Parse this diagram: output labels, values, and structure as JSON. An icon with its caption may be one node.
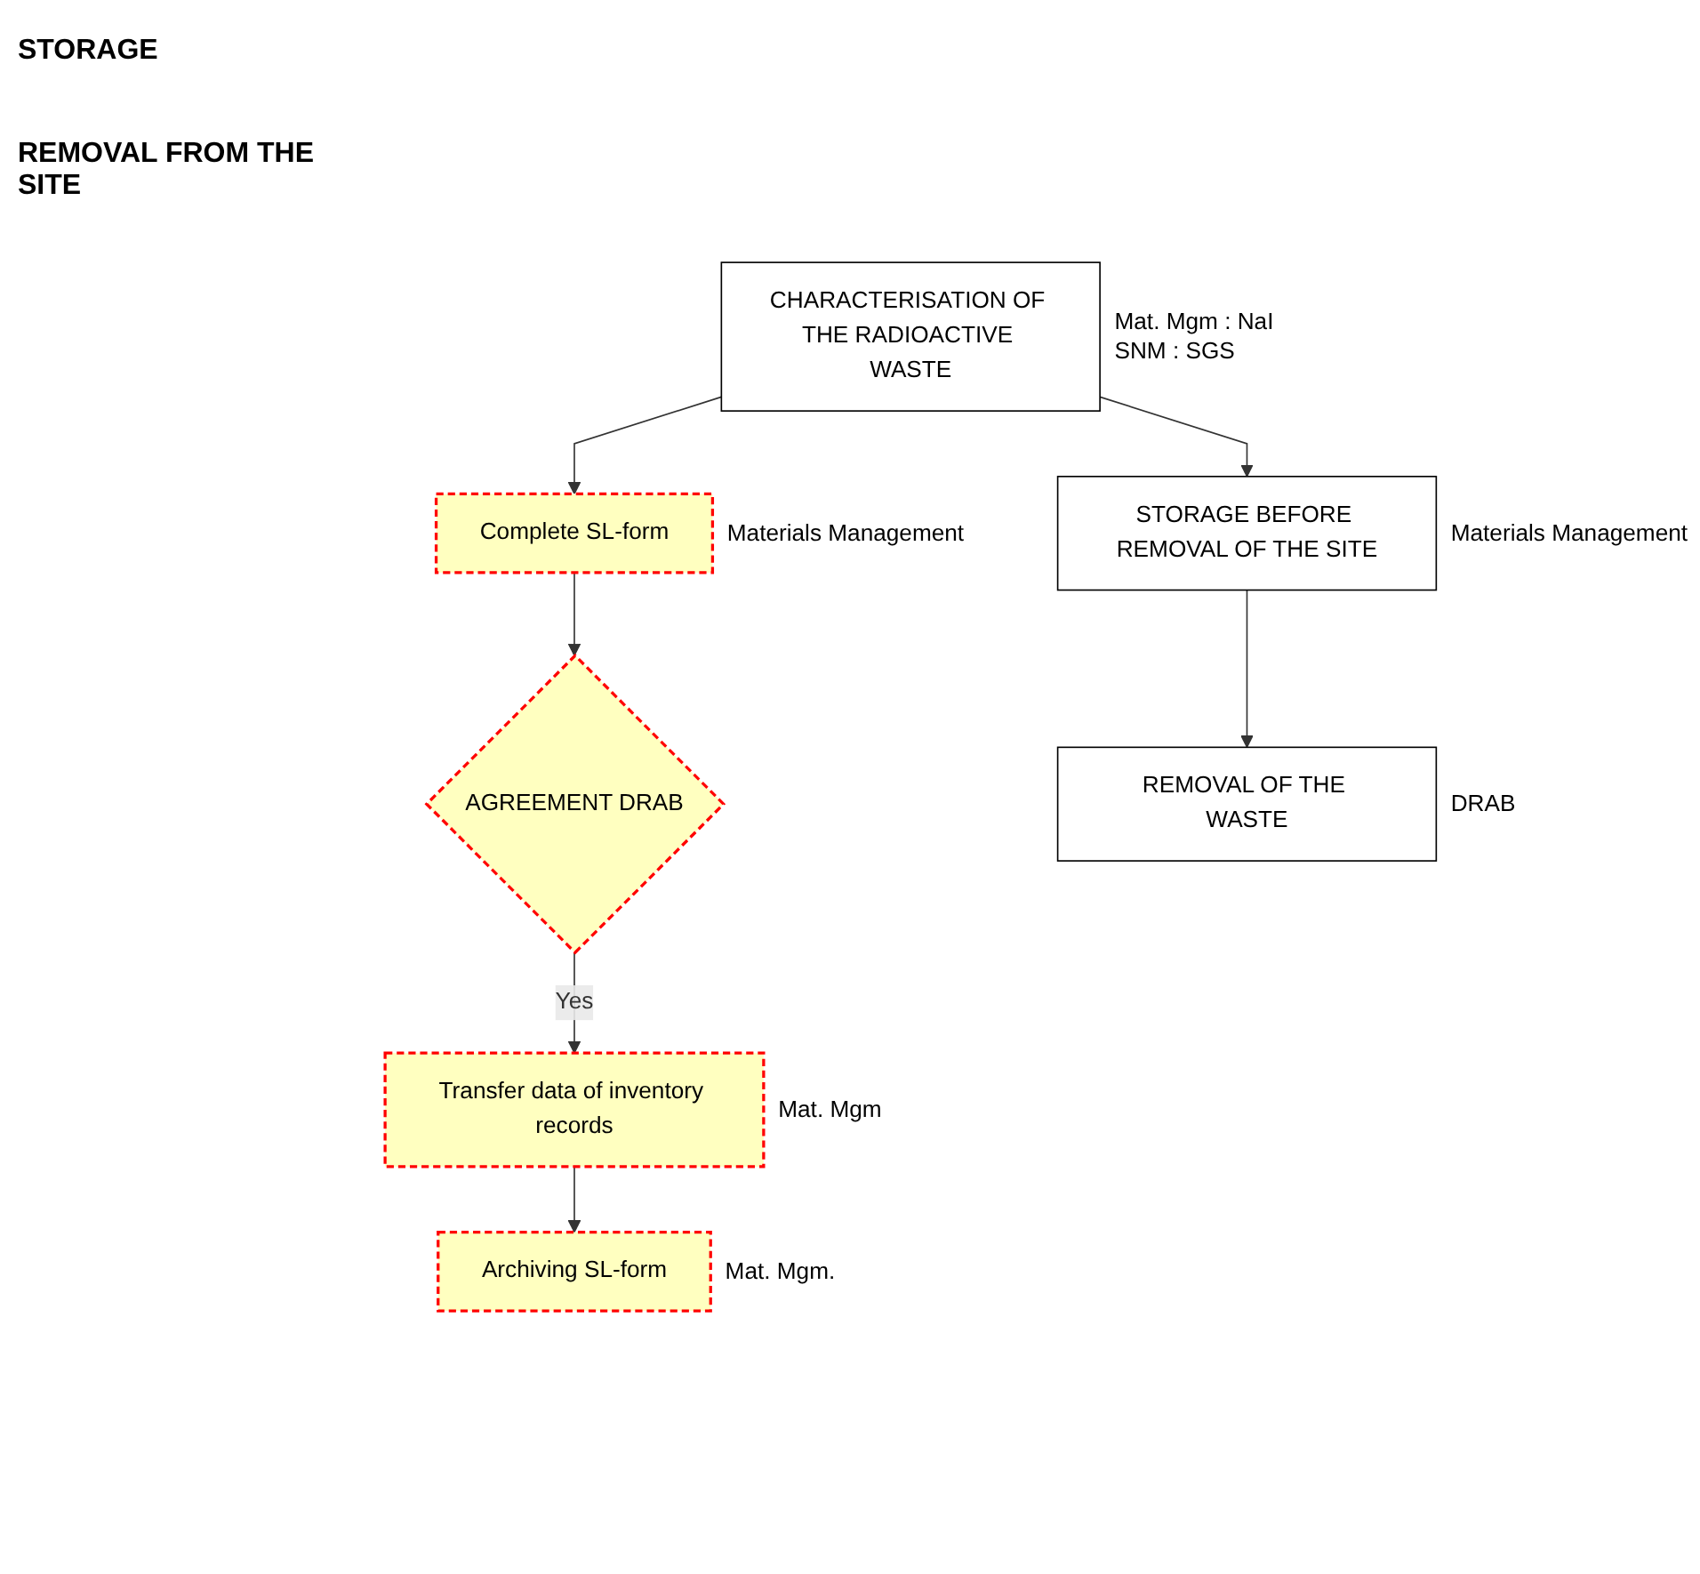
{
  "diagram": {
    "nodes": [
      {
        "text": [
          "CHARACTERISATION OF THE RADIOACTIVE WASTE"
        ],
        "beside": [
          "Mat. Mgm : NaI",
          "SNM : SGS"
        ]
      },
      {
        "text": [
          "Complete SL-form"
        ],
        "beside": [
          "Materials Management"
        ]
      },
      {
        "text": [
          "AGREEMENT DRAB"
        ]
      },
      {
        "text": [
          "Transfer data of inventory records"
        ],
        "beside": [
          "Mat. Mgm"
        ]
      },
      {
        "text": [
          "Archiving SL-form"
        ],
        "beside": [
          "Mat. Mgm."
        ]
      },
      {
        "text": [
          "STORAGE BEFORE REMOVAL OF THE SITE"
        ],
        "beside": [
          "Materials Management"
        ]
      },
      {
        "text": [
          "REMOVAL OF THE WASTE"
        ],
        "beside": [
          "DRAB"
        ]
      }
    ],
    "edges": [
      {
        "from": 0,
        "to": 1,
        "arrow": "to"
      },
      {
        "from": 1,
        "to": 2,
        "arrow": "to"
      },
      {
        "from": 2,
        "to": 3,
        "label": "Yes",
        "arrow": "to"
      },
      {
        "from": 3,
        "to": 4,
        "arrow": "to"
      },
      {
        "from": 0,
        "to": 5,
        "arrow": "to"
      },
      {
        "from": 5,
        "to": 6,
        "arrow": "to"
      }
    ],
    "labels": [
      "STORAGE",
      "REMOVAL FROM THE SITE"
    ]
  }
}
